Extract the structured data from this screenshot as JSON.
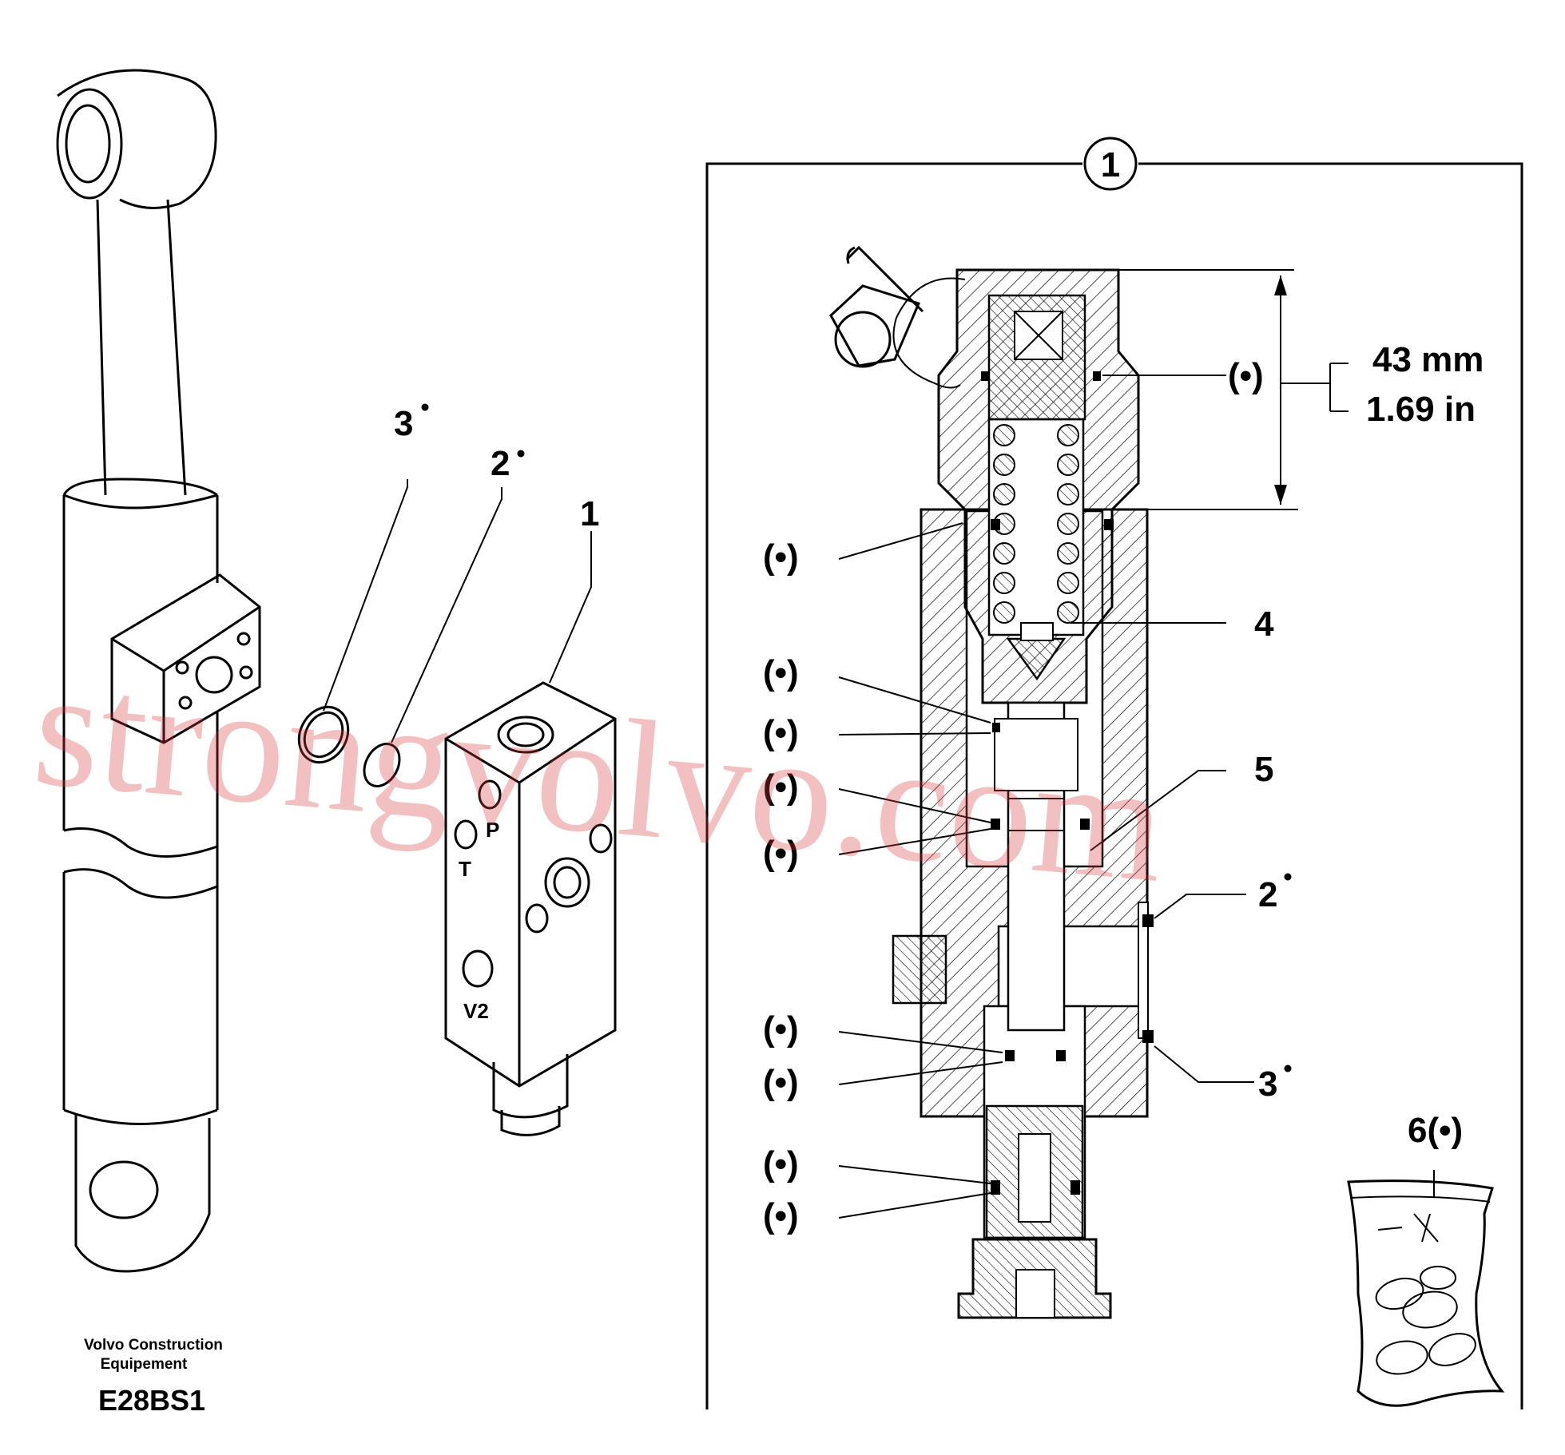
{
  "exploded_view": {
    "callouts": {
      "ring_3": "3",
      "ring_2": "2",
      "valve_1": "1"
    },
    "ports": {
      "p": "P",
      "t": "T",
      "v2": "V2"
    }
  },
  "detail_view": {
    "badge": "1",
    "dimension": {
      "metric": "43 mm",
      "imperial": "1.69 in"
    },
    "callouts": {
      "spring_4": "4",
      "seat_5": "5",
      "ring_2": "2",
      "ring_3": "3",
      "kit_6": "6(•)",
      "unlisted": "(•)"
    }
  },
  "credit": {
    "line1": "Volvo Construction",
    "line2": "Equipement",
    "code": "E28BS1"
  },
  "watermark": "strongvolvo.com"
}
